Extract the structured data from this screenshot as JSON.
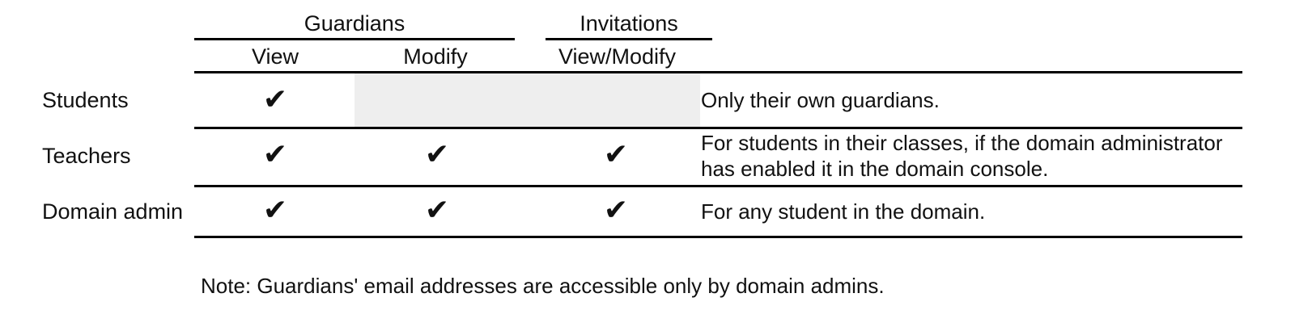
{
  "table": {
    "group_headers": [
      {
        "label": "Guardians",
        "id": "guardians"
      },
      {
        "label": "Invitations",
        "id": "invitations"
      }
    ],
    "column_headers": [
      {
        "label": "View",
        "group": "Guardians"
      },
      {
        "label": "Modify",
        "group": "Guardians"
      },
      {
        "label": "View/Modify",
        "group": "Invitations"
      }
    ],
    "check_glyph": "✔",
    "rows": [
      {
        "label": "Students",
        "guardians_view": true,
        "guardians_modify": false,
        "guardians_modify_shaded": true,
        "invitations_view_modify": false,
        "description_lines": [
          "Only their own guardians."
        ]
      },
      {
        "label": "Teachers",
        "guardians_view": true,
        "guardians_modify": true,
        "guardians_modify_shaded": false,
        "invitations_view_modify": true,
        "description_lines": [
          "For students in their classes, if the domain administrator",
          "has enabled it in the domain console."
        ]
      },
      {
        "label": "Domain admin",
        "guardians_view": true,
        "guardians_modify": true,
        "guardians_modify_shaded": false,
        "invitations_view_modify": true,
        "description_lines": [
          "For any student in the domain."
        ]
      }
    ]
  },
  "note": "Note: Guardians' email addresses are accessible only by domain admins.",
  "colors": {
    "rule": "#000000",
    "text": "#111111",
    "shaded_cell": "#eeeeee",
    "background": "#ffffff"
  }
}
